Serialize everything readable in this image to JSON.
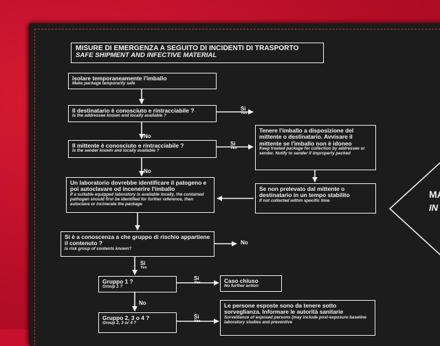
{
  "header": {
    "title": "MISURE DI EMERGENZA A SEGUITO DI INCIDENTI DI TRASPORTO",
    "subtitle": "SAFE SHIPMENT AND INFECTIVE MATERIAL"
  },
  "steps": {
    "isolate": {
      "it": "Isolare temporaneamente l'imballo",
      "en": "Make package temporarily safe"
    },
    "recipient_known": {
      "it": "Il destinatario è conosciuto e rintracciabile ?",
      "en": "Is the addressee known and locally available ?"
    },
    "sender_known": {
      "it": "Il mittente è conosciuto e rintracciabile ?",
      "en": "Is the sender known and locally available ?"
    },
    "lab": {
      "it": "Un laboratorio dovrebbe identificare il patogeno e poi autoclavare od incenerire l'imballo",
      "en": "If a suitable equipped laboratory is available locally, the contained pathogen should first be identified for further reference, then autoclave or incinerate the package"
    },
    "keep_package": {
      "it": "Tenere l'imballo a disposizione del mittente o destinatario. Avvisare il mittente se l'imballo non è idoneo",
      "en": "Keep treated package for collection by addressee or sender. Notify to sender if improperly packed"
    },
    "not_collected": {
      "it": "Se non prelevato dal mittente o destinatario in un tempo stabilito",
      "en": "If not collected within specific time"
    },
    "risk_group": {
      "it": "Si è a conoscenza a che gruppo di rischio appartiene il contenuto ?",
      "en": "Is risk group of contents known?"
    },
    "group1": {
      "it": "Gruppo 1 ?",
      "en": "Group 1 ?"
    },
    "case_closed": {
      "it": "Caso chiuso",
      "en": "No further action"
    },
    "group234": {
      "it": "Gruppo 2, 3 o 4 ?",
      "en": "Group 2, 3 or 4 ?"
    },
    "exposed": {
      "it": "Le persone esposte sono da tenere sotto sorveglianza. Informare le autorità sanitarie",
      "en": "Surveillance of exposed persons (may include post-exposure baseline laboratory studies and preventive"
    }
  },
  "labels": {
    "si": "Si",
    "yes": "Yes",
    "no": "No"
  },
  "side_panel": {
    "line1": "MA",
    "line2": "IN"
  }
}
